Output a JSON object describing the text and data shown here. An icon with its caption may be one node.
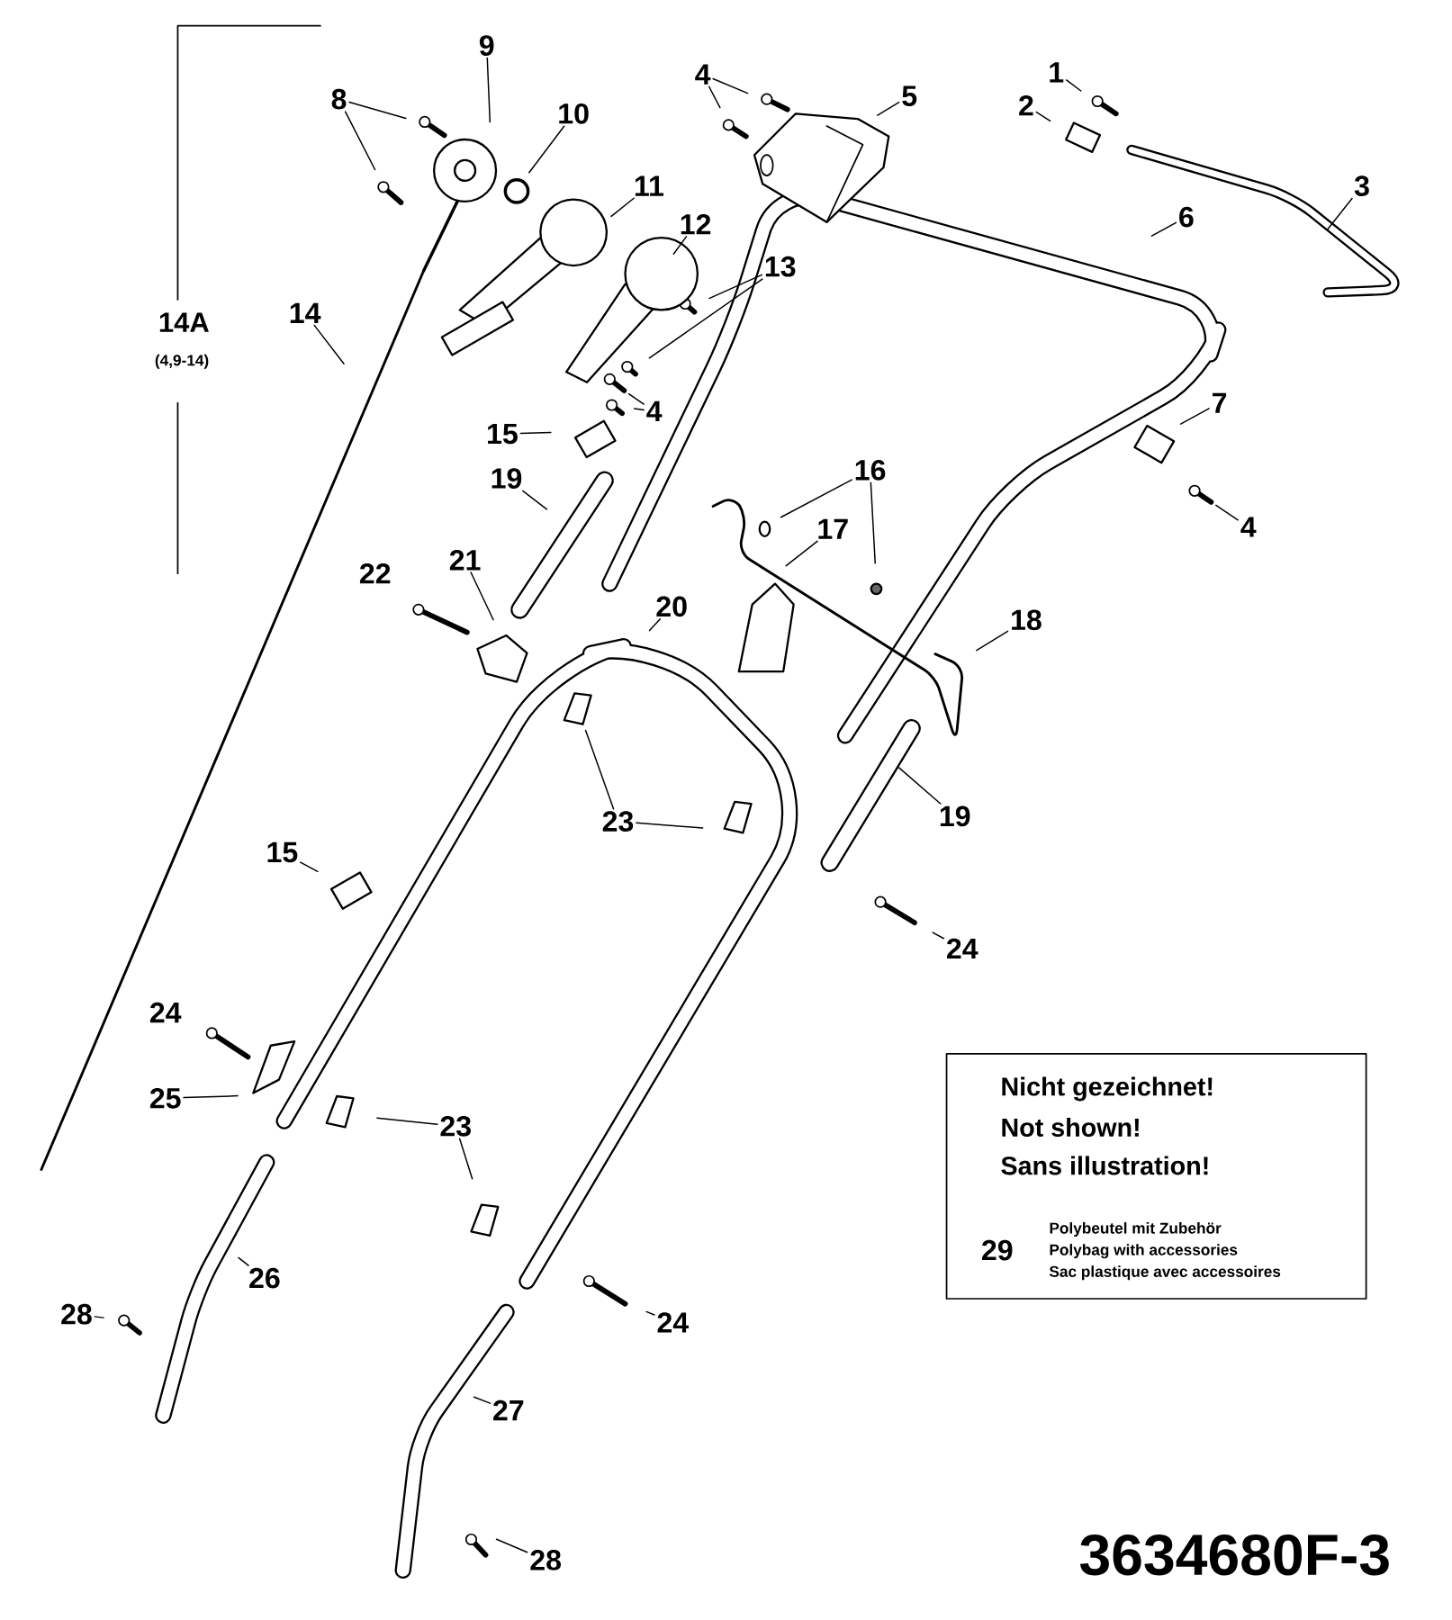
{
  "diagram": {
    "nodes": [
      {
        "text": [
          "1"
        ]
      },
      {
        "text": [
          "2"
        ]
      },
      {
        "text": [
          "3"
        ]
      },
      {
        "text": [
          "4"
        ]
      },
      {
        "text": [
          "5"
        ]
      },
      {
        "text": [
          "6"
        ]
      },
      {
        "text": [
          "8"
        ]
      },
      {
        "text": [
          "9"
        ]
      },
      {
        "text": [
          "10"
        ]
      },
      {
        "text": [
          "11"
        ]
      },
      {
        "text": [
          "12"
        ]
      },
      {
        "text": [
          "13"
        ]
      },
      {
        "text": [
          "14"
        ]
      },
      {
        "text": [
          "4"
        ]
      },
      {
        "text": [
          "15"
        ]
      },
      {
        "text": [
          "7"
        ]
      },
      {
        "text": [
          "16"
        ]
      },
      {
        "text": [
          "4"
        ]
      },
      {
        "text": [
          "19"
        ]
      },
      {
        "text": [
          "17"
        ]
      },
      {
        "text": [
          "22"
        ]
      },
      {
        "text": [
          "21"
        ]
      },
      {
        "text": [
          "20"
        ]
      },
      {
        "text": [
          "18"
        ]
      },
      {
        "text": [
          "23"
        ]
      },
      {
        "text": [
          "19"
        ]
      },
      {
        "text": [
          "15"
        ]
      },
      {
        "text": [
          "24"
        ]
      },
      {
        "text": [
          "24"
        ]
      },
      {
        "text": [
          "25"
        ]
      },
      {
        "text": [
          "23"
        ]
      },
      {
        "text": [
          "26"
        ]
      },
      {
        "text": [
          "28"
        ]
      },
      {
        "text": [
          "24"
        ]
      },
      {
        "text": [
          "27"
        ]
      },
      {
        "text": [
          "28"
        ]
      },
      {
        "text": [
          "Nicht gezeichnet!",
          "Not shown!",
          "Sans illustration!",
          "29",
          "Polybeutel mit Zubehör",
          "Polybag with accessories",
          "Sac plastique avec accessoires"
        ]
      }
    ],
    "edges": [
      {
        "from": 0,
        "to": null,
        "arrow": "none"
      },
      {
        "from": 1,
        "to": null,
        "arrow": "none"
      },
      {
        "from": 2,
        "to": null,
        "arrow": "none"
      },
      {
        "from": 3,
        "to": null,
        "arrow": "none"
      },
      {
        "from": 3,
        "to": null,
        "arrow": "none"
      },
      {
        "from": 4,
        "to": null,
        "arrow": "none"
      },
      {
        "from": 5,
        "to": null,
        "arrow": "none"
      },
      {
        "from": 6,
        "to": null,
        "arrow": "none"
      },
      {
        "from": 6,
        "to": null,
        "arrow": "none"
      },
      {
        "from": 7,
        "to": null,
        "arrow": "none"
      },
      {
        "from": 8,
        "to": null,
        "arrow": "none"
      },
      {
        "from": 9,
        "to": null,
        "arrow": "none"
      },
      {
        "from": 10,
        "to": null,
        "arrow": "none"
      },
      {
        "from": 11,
        "to": null,
        "arrow": "none"
      },
      {
        "from": 11,
        "to": null,
        "arrow": "none"
      },
      {
        "from": 12,
        "to": null,
        "arrow": "none"
      },
      {
        "from": 13,
        "to": null,
        "arrow": "none"
      },
      {
        "from": 13,
        "to": null,
        "arrow": "none"
      },
      {
        "from": 14,
        "to": null,
        "arrow": "none"
      },
      {
        "from": 15,
        "to": null,
        "arrow": "none"
      },
      {
        "from": 16,
        "to": null,
        "arrow": "none"
      },
      {
        "from": 16,
        "to": null,
        "arrow": "none"
      },
      {
        "from": 17,
        "to": null,
        "arrow": "none"
      },
      {
        "from": 18,
        "to": null,
        "arrow": "none"
      },
      {
        "from": 19,
        "to": null,
        "arrow": "none"
      },
      {
        "from": 21,
        "to": null,
        "arrow": "none"
      },
      {
        "from": 22,
        "to": null,
        "arrow": "none"
      },
      {
        "from": 23,
        "to": null,
        "arrow": "none"
      },
      {
        "from": 24,
        "to": null,
        "arrow": "none"
      },
      {
        "from": 24,
        "to": null,
        "arrow": "none"
      },
      {
        "from": 25,
        "to": null,
        "arrow": "none"
      },
      {
        "from": 26,
        "to": null,
        "arrow": "none"
      },
      {
        "from": 27,
        "to": null,
        "arrow": "none"
      },
      {
        "from": 29,
        "to": null,
        "arrow": "none"
      },
      {
        "from": 30,
        "to": null,
        "arrow": "none"
      },
      {
        "from": 30,
        "to": null,
        "arrow": "none"
      },
      {
        "from": 31,
        "to": null,
        "arrow": "none"
      },
      {
        "from": 32,
        "to": null,
        "arrow": "none"
      },
      {
        "from": 33,
        "to": null,
        "arrow": "none"
      },
      {
        "from": 34,
        "to": null,
        "arrow": "none"
      },
      {
        "from": 35,
        "to": null,
        "arrow": "none"
      }
    ],
    "labels": [
      "14A",
      "(4,9-14)",
      "3634680F-3"
    ]
  }
}
